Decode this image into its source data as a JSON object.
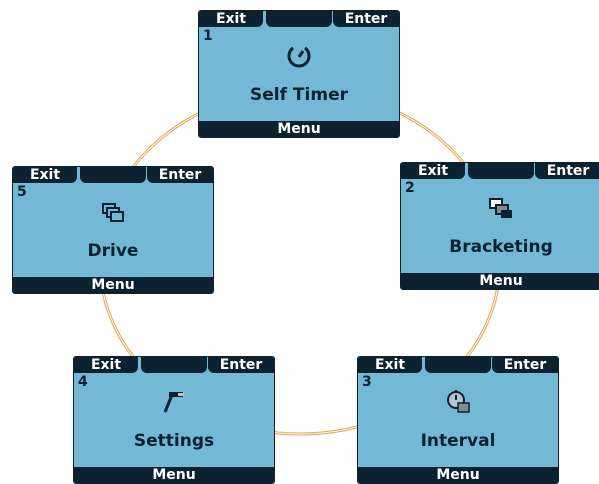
{
  "colors": {
    "screen_bg": "#73b9d6",
    "bar_dark": "#0d2230",
    "ring": "#e8a44d"
  },
  "screens": [
    {
      "number": "1",
      "exit": "Exit",
      "enter": "Enter",
      "title": "Self Timer",
      "menu": "Menu",
      "icon": "self-timer-icon"
    },
    {
      "number": "2",
      "exit": "Exit",
      "enter": "Enter",
      "title": "Bracketing",
      "menu": "Menu",
      "icon": "bracketing-icon"
    },
    {
      "number": "3",
      "exit": "Exit",
      "enter": "Enter",
      "title": "Interval",
      "menu": "Menu",
      "icon": "interval-icon"
    },
    {
      "number": "4",
      "exit": "Exit",
      "enter": "Enter",
      "title": "Settings",
      "menu": "Menu",
      "icon": "settings-icon"
    },
    {
      "number": "5",
      "exit": "Exit",
      "enter": "Enter",
      "title": "Drive",
      "menu": "Menu",
      "icon": "drive-icon"
    }
  ]
}
